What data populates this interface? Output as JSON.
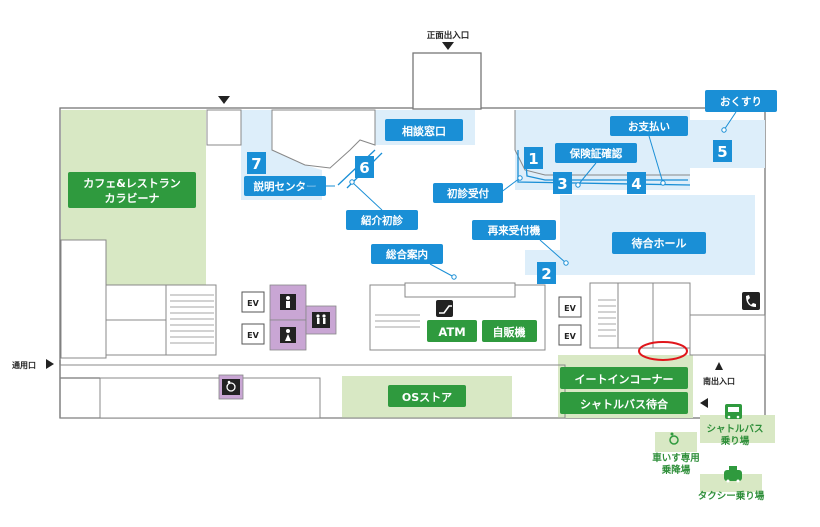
{
  "entrances": {
    "main": "正面出入口",
    "south": "南出入口",
    "passage": "通用口"
  },
  "areas": {
    "cafe_line1": "カフェ&レストラン",
    "cafe_line2": "カラビーナ",
    "waiting_hall": "待合ホール",
    "os_store": "OSストア",
    "atm": "ATM",
    "vending": "自販機",
    "eat_in": "イートインコーナー",
    "shuttle_wait": "シャトルバス待合"
  },
  "counters": {
    "consult": "相談窓口",
    "explain_center": "説明センター",
    "first_visit": "初診受付",
    "insurance": "保険証確認",
    "payment": "お支払い",
    "medicine": "おくすり",
    "referral": "紹介初診",
    "general_info": "総合案内",
    "revisit_machine": "再来受付機"
  },
  "numbers": {
    "n1": "1",
    "n2": "2",
    "n3": "3",
    "n4": "4",
    "n5": "5",
    "n6": "6",
    "n7": "7"
  },
  "facilities": {
    "ev": "EV"
  },
  "outside": {
    "shuttle_line1": "シャトルバス",
    "shuttle_line2": "乗り場",
    "wheelchair_line1": "車いす専用",
    "wheelchair_line2": "乗降場",
    "taxi": "タクシー乗り場"
  },
  "colors": {
    "accent_blue": "#1a8fd6",
    "accent_green": "#2f9a3e",
    "light_blue": "#ddeefa",
    "light_green": "#d8e8c4",
    "restroom_purple": "#c9a6d4",
    "marker_red": "#e0161b"
  }
}
